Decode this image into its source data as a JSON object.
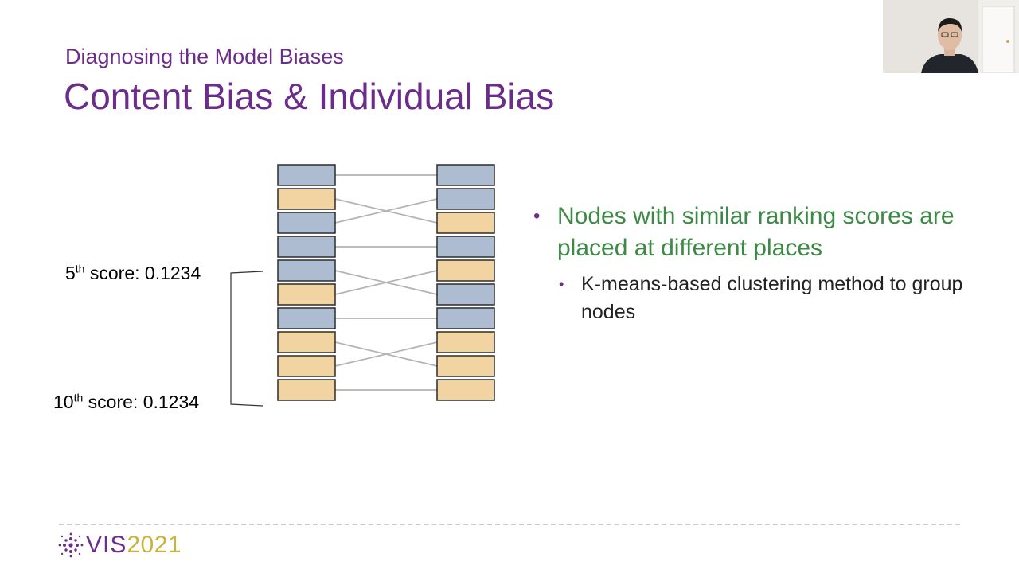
{
  "slide": {
    "subtitle": "Diagnosing the Model Biases",
    "title": "Content Bias & Individual Bias"
  },
  "diagram": {
    "colors": {
      "blue": "#aebcd1",
      "orange": "#f2d3a2",
      "box_border": "#2b2b2b",
      "connector": "#b3b3b3",
      "bracket": "#333333"
    },
    "left_column": [
      "blue",
      "orange",
      "blue",
      "blue",
      "blue",
      "orange",
      "blue",
      "orange",
      "orange",
      "orange"
    ],
    "right_column": [
      "blue",
      "blue",
      "orange",
      "blue",
      "orange",
      "blue",
      "blue",
      "orange",
      "orange",
      "orange"
    ],
    "connections": [
      [
        1,
        1
      ],
      [
        2,
        3
      ],
      [
        3,
        2
      ],
      [
        4,
        4
      ],
      [
        5,
        6
      ],
      [
        6,
        5
      ],
      [
        7,
        7
      ],
      [
        8,
        9
      ],
      [
        9,
        8
      ],
      [
        10,
        10
      ]
    ],
    "label_top": {
      "ordinal": "5",
      "sup": "th",
      "text": " score: 0.1234"
    },
    "label_bottom": {
      "ordinal": "10",
      "sup": "th",
      "text": " score: 0.1234"
    }
  },
  "bullets": {
    "main": "Nodes with similar ranking scores are placed at different places",
    "sub": "K-means-based clustering method to group nodes"
  },
  "footer": {
    "logo_vis": "VIS",
    "logo_year": "2021"
  }
}
